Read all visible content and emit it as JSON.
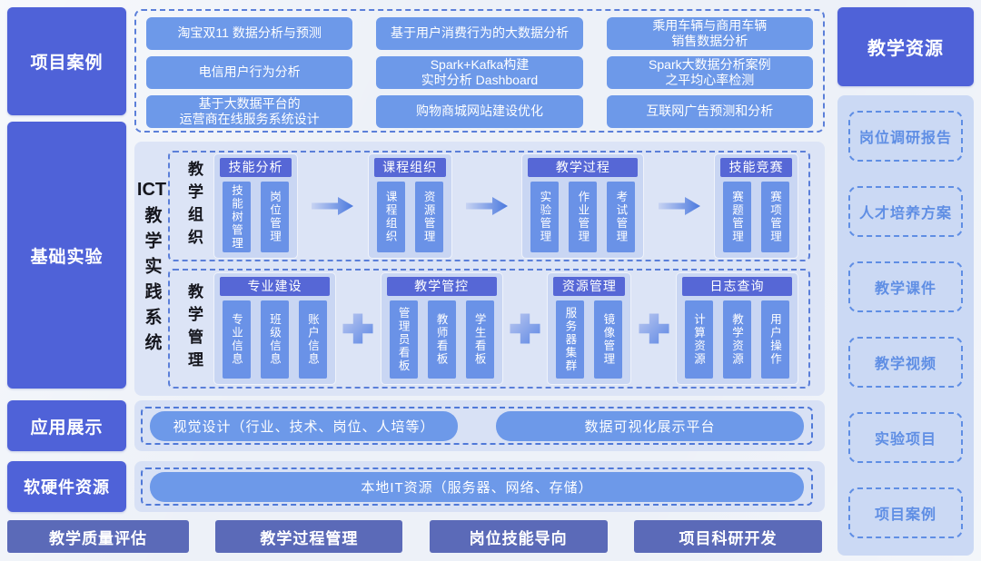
{
  "left_nav": {
    "items": [
      "项目案例",
      "基础实验",
      "应用展示",
      "软硬件资源"
    ]
  },
  "project_cases": {
    "columns": [
      [
        "淘宝双11 数据分析与预测",
        "电信用户行为分析",
        "基于大数据平台的\n运营商在线服务系统设计"
      ],
      [
        "基于用户消费行为的大数据分析",
        "Spark+Kafka构建\n实时分析 Dashboard",
        "购物商城网站建设优化"
      ],
      [
        "乘用车辆与商用车辆\n销售数据分析",
        "Spark大数据分析案例\n之平均心率检测",
        "互联网广告预测和分析"
      ]
    ]
  },
  "ict_system": {
    "title_latin": "ICT",
    "title_cjk": "教学实践系统",
    "rows": [
      {
        "label": "教学组织",
        "connector_icon": "arrow-right",
        "groups": [
          {
            "title": "技能分析",
            "items": [
              "技能树管理",
              "岗位管理"
            ]
          },
          {
            "title": "课程组织",
            "items": [
              "课程组织",
              "资源管理"
            ]
          },
          {
            "title": "教学过程",
            "items": [
              "实验管理",
              "作业管理",
              "考试管理"
            ]
          },
          {
            "title": "技能竞赛",
            "items": [
              "赛题管理",
              "赛项管理"
            ]
          }
        ]
      },
      {
        "label": "教学管理",
        "connector_icon": "plus",
        "groups": [
          {
            "title": "专业建设",
            "items": [
              "专业信息",
              "班级信息",
              "账户信息"
            ]
          },
          {
            "title": "教学管控",
            "items": [
              "管理员看板",
              "教师看板",
              "学生看板"
            ]
          },
          {
            "title": "资源管理",
            "items": [
              "服务器集群",
              "镜像管理"
            ]
          },
          {
            "title": "日志查询",
            "items": [
              "计算资源",
              "教学资源",
              "用户操作"
            ]
          }
        ]
      }
    ]
  },
  "application_display": {
    "buttons": [
      "视觉设计（行业、技术、岗位、人培等）",
      "数据可视化展示平台"
    ]
  },
  "software_hardware": {
    "button": "本地IT资源（服务器、网络、存储）"
  },
  "teaching_resources": {
    "label": "教学资源",
    "items": [
      "岗位调研报告",
      "人才培养方案",
      "教学课件",
      "教学视频",
      "实验项目",
      "项目案例"
    ]
  },
  "footer": {
    "buttons": [
      "教学质量评估",
      "教学过程管理",
      "岗位技能导向",
      "项目科研开发"
    ]
  },
  "colors": {
    "rail_blue": "#4f62d8",
    "button_blue": "#6d99e9",
    "group_header_blue": "#5667d6",
    "item_blue": "#6a92e7",
    "group_body": "#c9d6f3",
    "panel_light": "#dce4f6",
    "footer_blue": "#5b6ab8",
    "dashed_border": "#5b7fd9",
    "background": "#edf1f8"
  }
}
